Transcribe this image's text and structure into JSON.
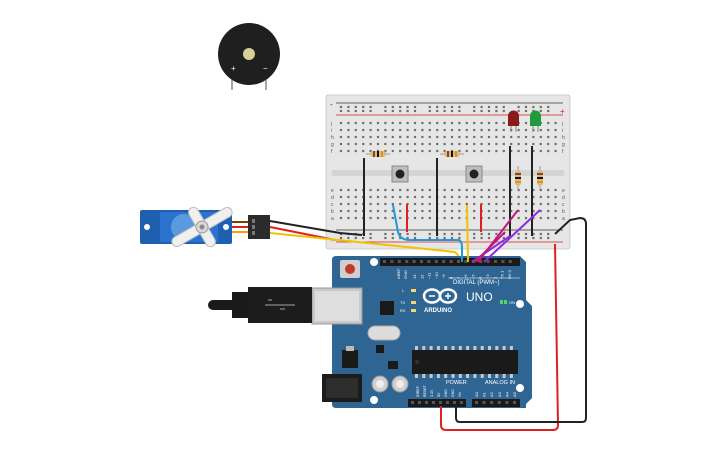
{
  "board": {
    "brand": "ARDUINO",
    "model": "UNO",
    "digital_header": "DIGITAL (PWM~)",
    "power_header": "POWER",
    "analog_header": "ANALOG IN",
    "aref": "AREF",
    "gnd": "GND",
    "pin_labels_digital": [
      "13",
      "12",
      "~11",
      "~10",
      "~9",
      "8",
      "7",
      "~6",
      "~5",
      "4",
      "~3",
      "2",
      "TX 1",
      "RX 0"
    ],
    "pin_labels_power": [
      "IOREF",
      "RESET",
      "3.3V",
      "5V",
      "GND",
      "GND",
      "Vin"
    ],
    "pin_labels_analog": [
      "A0",
      "A1",
      "A2",
      "A3",
      "A4",
      "A5"
    ],
    "led_labels": [
      "L",
      "TX",
      "RX"
    ],
    "on_label": "ON"
  },
  "breadboard": {
    "row_letters_top": [
      "j",
      "i",
      "h",
      "g",
      "f"
    ],
    "row_letters_bottom": [
      "e",
      "d",
      "c",
      "b",
      "a"
    ],
    "rail_plus": "+",
    "rail_minus": "-"
  },
  "buzzer": {
    "plus": "+",
    "minus": "−"
  },
  "components": {
    "leds": [
      "#8b1a1a",
      "#1e9b3a"
    ],
    "wire_colors": {
      "black": "#222222",
      "red": "#e02020",
      "yellow": "#f2c200",
      "blue": "#1e9bd7",
      "purple": "#8a2be2",
      "magenta": "#c2187a"
    }
  }
}
